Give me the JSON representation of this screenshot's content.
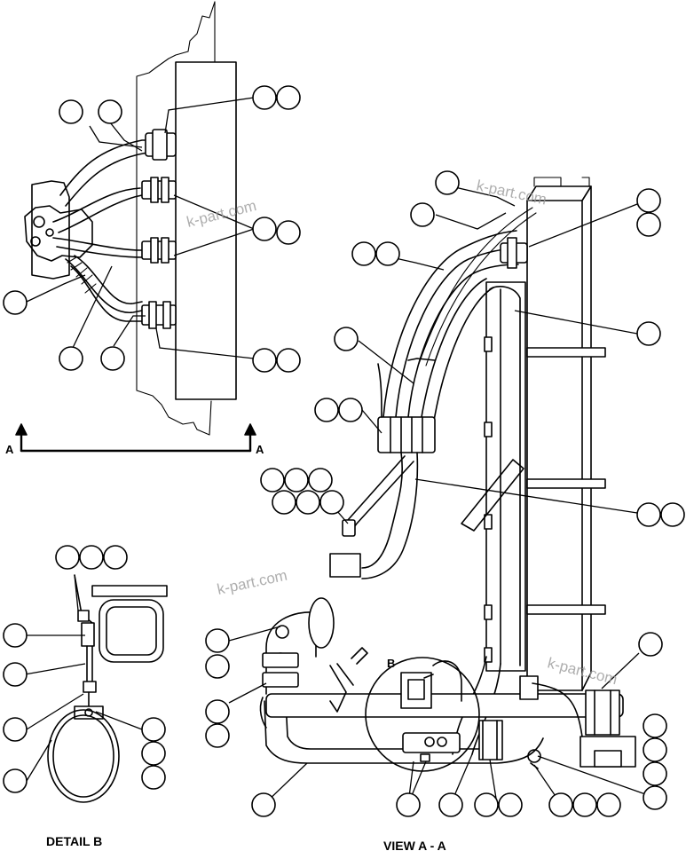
{
  "captions": {
    "detail_b": "DETAIL  B",
    "view_aa": "VIEW A - A",
    "section_mark_left": "A",
    "section_mark_right": "A",
    "detail_mark": "B"
  },
  "watermark": {
    "text": "k-part.com"
  },
  "colors": {
    "line": "#000000",
    "background": "#ffffff",
    "watermark": "#9a9a9a"
  }
}
